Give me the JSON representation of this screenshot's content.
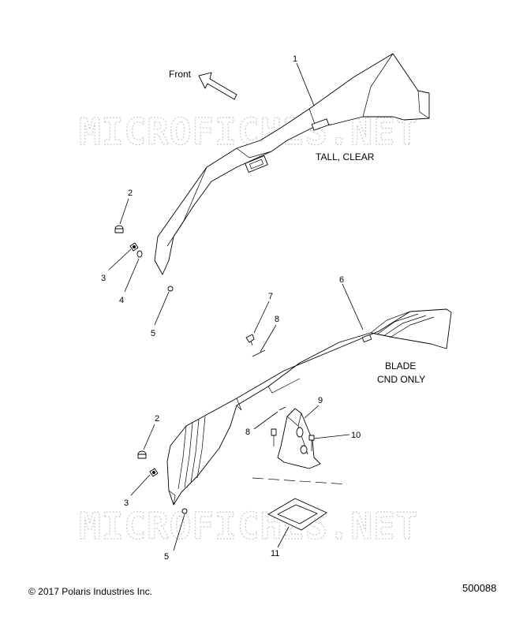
{
  "watermark": "MICROFICHES.NET",
  "direction_label": "Front",
  "notes": {
    "upper": "TALL, CLEAR",
    "lower_line1": "BLADE",
    "lower_line2": "CND ONLY"
  },
  "callouts": {
    "c1": "1",
    "c2a": "2",
    "c3a": "3",
    "c4": "4",
    "c5a": "5",
    "c6": "6",
    "c7": "7",
    "c8a": "8",
    "c9": "9",
    "c10": "10",
    "c8b": "8",
    "c2b": "2",
    "c3b": "3",
    "c5b": "5",
    "c11": "11"
  },
  "footer": {
    "copyright": "© 2017 Polaris Industries Inc.",
    "diagram_number": "500088"
  }
}
